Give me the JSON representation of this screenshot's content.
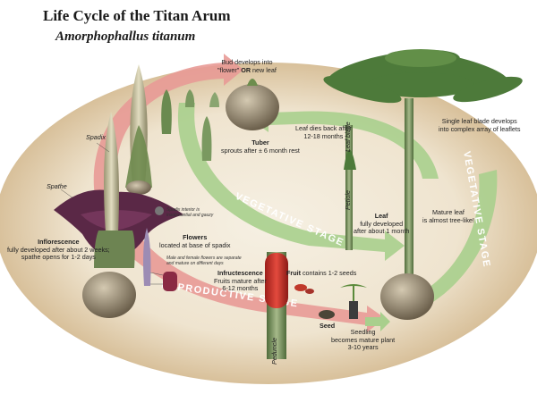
{
  "title": "Life Cycle of the Titan Arum",
  "subtitle": "Amorphophallus titanum",
  "stages": {
    "vegetative": "VEGETATIVE STAGE",
    "vegetative_right": "VEGETATIVE STAGE",
    "reproductive": "REPRODUCTIVE STAGE"
  },
  "labels": {
    "bud_line1": "Bud develops into",
    "bud_line2_a": "\"flower\" ",
    "bud_line2_or": "OR",
    "bud_line2_b": " new leaf",
    "spadix": "Spadix",
    "spathe": "Spathe",
    "tuber_title": "Tuber",
    "tuber_desc": "sprouts after ± 6 month rest",
    "leaf_dies_1": "Leaf dies back after",
    "leaf_dies_2": "12-18 months",
    "leaf_blade": "Leaf blade",
    "petiole": "Petiole",
    "single_leaf_1": "Single leaf blade develops",
    "single_leaf_2": "into complex array of leaflets",
    "leaf_title": "Leaf",
    "leaf_desc_1": "fully developed",
    "leaf_desc_2": "after about 1 month",
    "mature_1": "Mature leaf",
    "mature_2": "is almost tree-like!",
    "infl_title": "Inflorescence",
    "infl_desc_1": "fully developed after about 2 weeks;",
    "infl_desc_2": "spathe opens for 1-2 days",
    "spadix_note_1": "Spadix interior is",
    "spadix_note_2": "insubstantial and gauzy",
    "flowers_title": "Flowers",
    "flowers_desc": "located at base of spadix",
    "male_female_1": "Male and female flowers are separate",
    "male_female_2": "and mature on different days",
    "infruct_title": "Infructescence",
    "infruct_desc_1": "Fruits mature after",
    "infruct_desc_2": "6-12 months",
    "fruit_title": "Fruit",
    "fruit_desc": " contains 1-2 seeds",
    "peduncle": "Peduncle",
    "seed": "Seed",
    "seedling_1": "Seedling",
    "seedling_2": "becomes mature plant",
    "seedling_3": "3-10 years"
  },
  "colors": {
    "ellipse_outer": "#f3ecdf",
    "ellipse_inner": "#dcc8a8",
    "green_arrow": "#a9cf8d",
    "red_arrow": "#e89a96",
    "tuber": "#b5a88f",
    "spathe": "#5a2846",
    "spadix": "#c9c3a0",
    "leaf": "#4d7a3a",
    "fruit": "#d63a30"
  }
}
